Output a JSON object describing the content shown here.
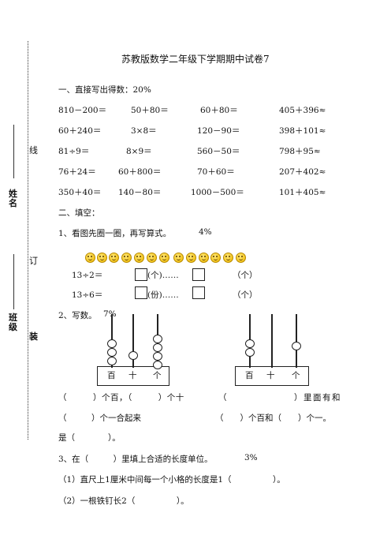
{
  "binding": {
    "line_char": "线",
    "ding_char": "订",
    "zhuang_char": "装",
    "name_label": "姓名",
    "class_label": "班级"
  },
  "title": "苏教版数学二年级下学期期中试卷7",
  "section1": {
    "heading": "一、直接写出得数：20%",
    "rows": [
      [
        "810－200＝",
        "50＋80＝",
        "60＋80＝",
        "405＋396≈"
      ],
      [
        "60＋240＝",
        "3×8＝",
        "120－90＝",
        "398＋101≈"
      ],
      [
        "81÷9＝",
        "8×9＝",
        "560－50＝",
        "798＋95≈"
      ],
      [
        "76＋24＝",
        "60＋800＝",
        "70＋60＝",
        "207＋402≈"
      ],
      [
        "350＋40＝",
        "140－80＝",
        "1000－500＝",
        "101＋405≈"
      ]
    ]
  },
  "section2": {
    "heading": "二、填空：",
    "q1": {
      "label": "1、看图先圈一圈，再写算式。",
      "score": "4%",
      "line1": {
        "expr": "13÷2＝",
        "unit1": "(个)……",
        "unit2": "（个）"
      },
      "line2": {
        "expr": "13÷6＝",
        "unit1": "(份)……",
        "unit2": "（个）"
      }
    },
    "q2": {
      "label": "2、写数。",
      "score": "7%",
      "abacus_labels": [
        "百",
        "十",
        "个"
      ],
      "abacus1_beads": [
        3,
        1,
        4
      ],
      "abacus2_beads": [
        2,
        0,
        1
      ],
      "line1_left": "（　　　）个百，（　　　）个十",
      "line1_right": "（　　　　　　　）里面有和",
      "line2_left": "（　　　）个一合起来",
      "line2_right": "（　　）个百和（　　）个一。",
      "line3": "是（　　　　）。"
    },
    "q3": {
      "label": "3、在（　　　）里填上合适的长度单位。",
      "score": "3%",
      "item1": "（1）直尺上1厘米中间每一个小格的长度是1（　　　　　）。",
      "item2": "（2）一根铁钉长2（　　　　　）。"
    }
  }
}
